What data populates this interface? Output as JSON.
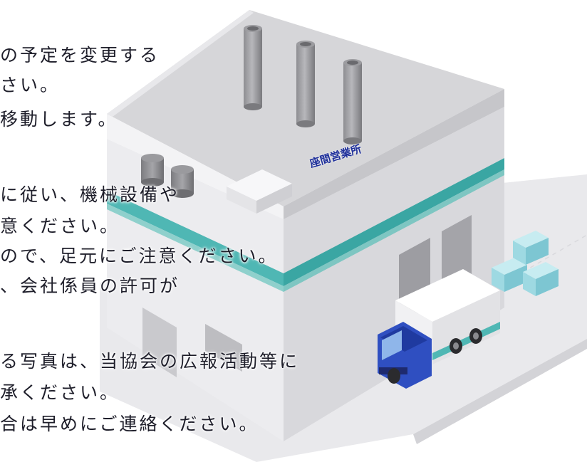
{
  "sign_text": "座間営業所",
  "text_lines": [
    "の予定を変更する",
    "さい。",
    "移動します。",
    "に従い、機械設備や",
    "意ください。",
    "ので、足元にご注意ください。",
    "、会社係員の許可が",
    "る写真は、当協会の広報活動等に",
    "承ください。",
    "合は早めにご連絡ください。"
  ],
  "colors": {
    "accent_band": "#4fb7b4",
    "truck_cab": "#2f4fc1",
    "crate": "#9ed9e2",
    "text": "#1e1e2a",
    "sign": "#1e2f9a"
  }
}
